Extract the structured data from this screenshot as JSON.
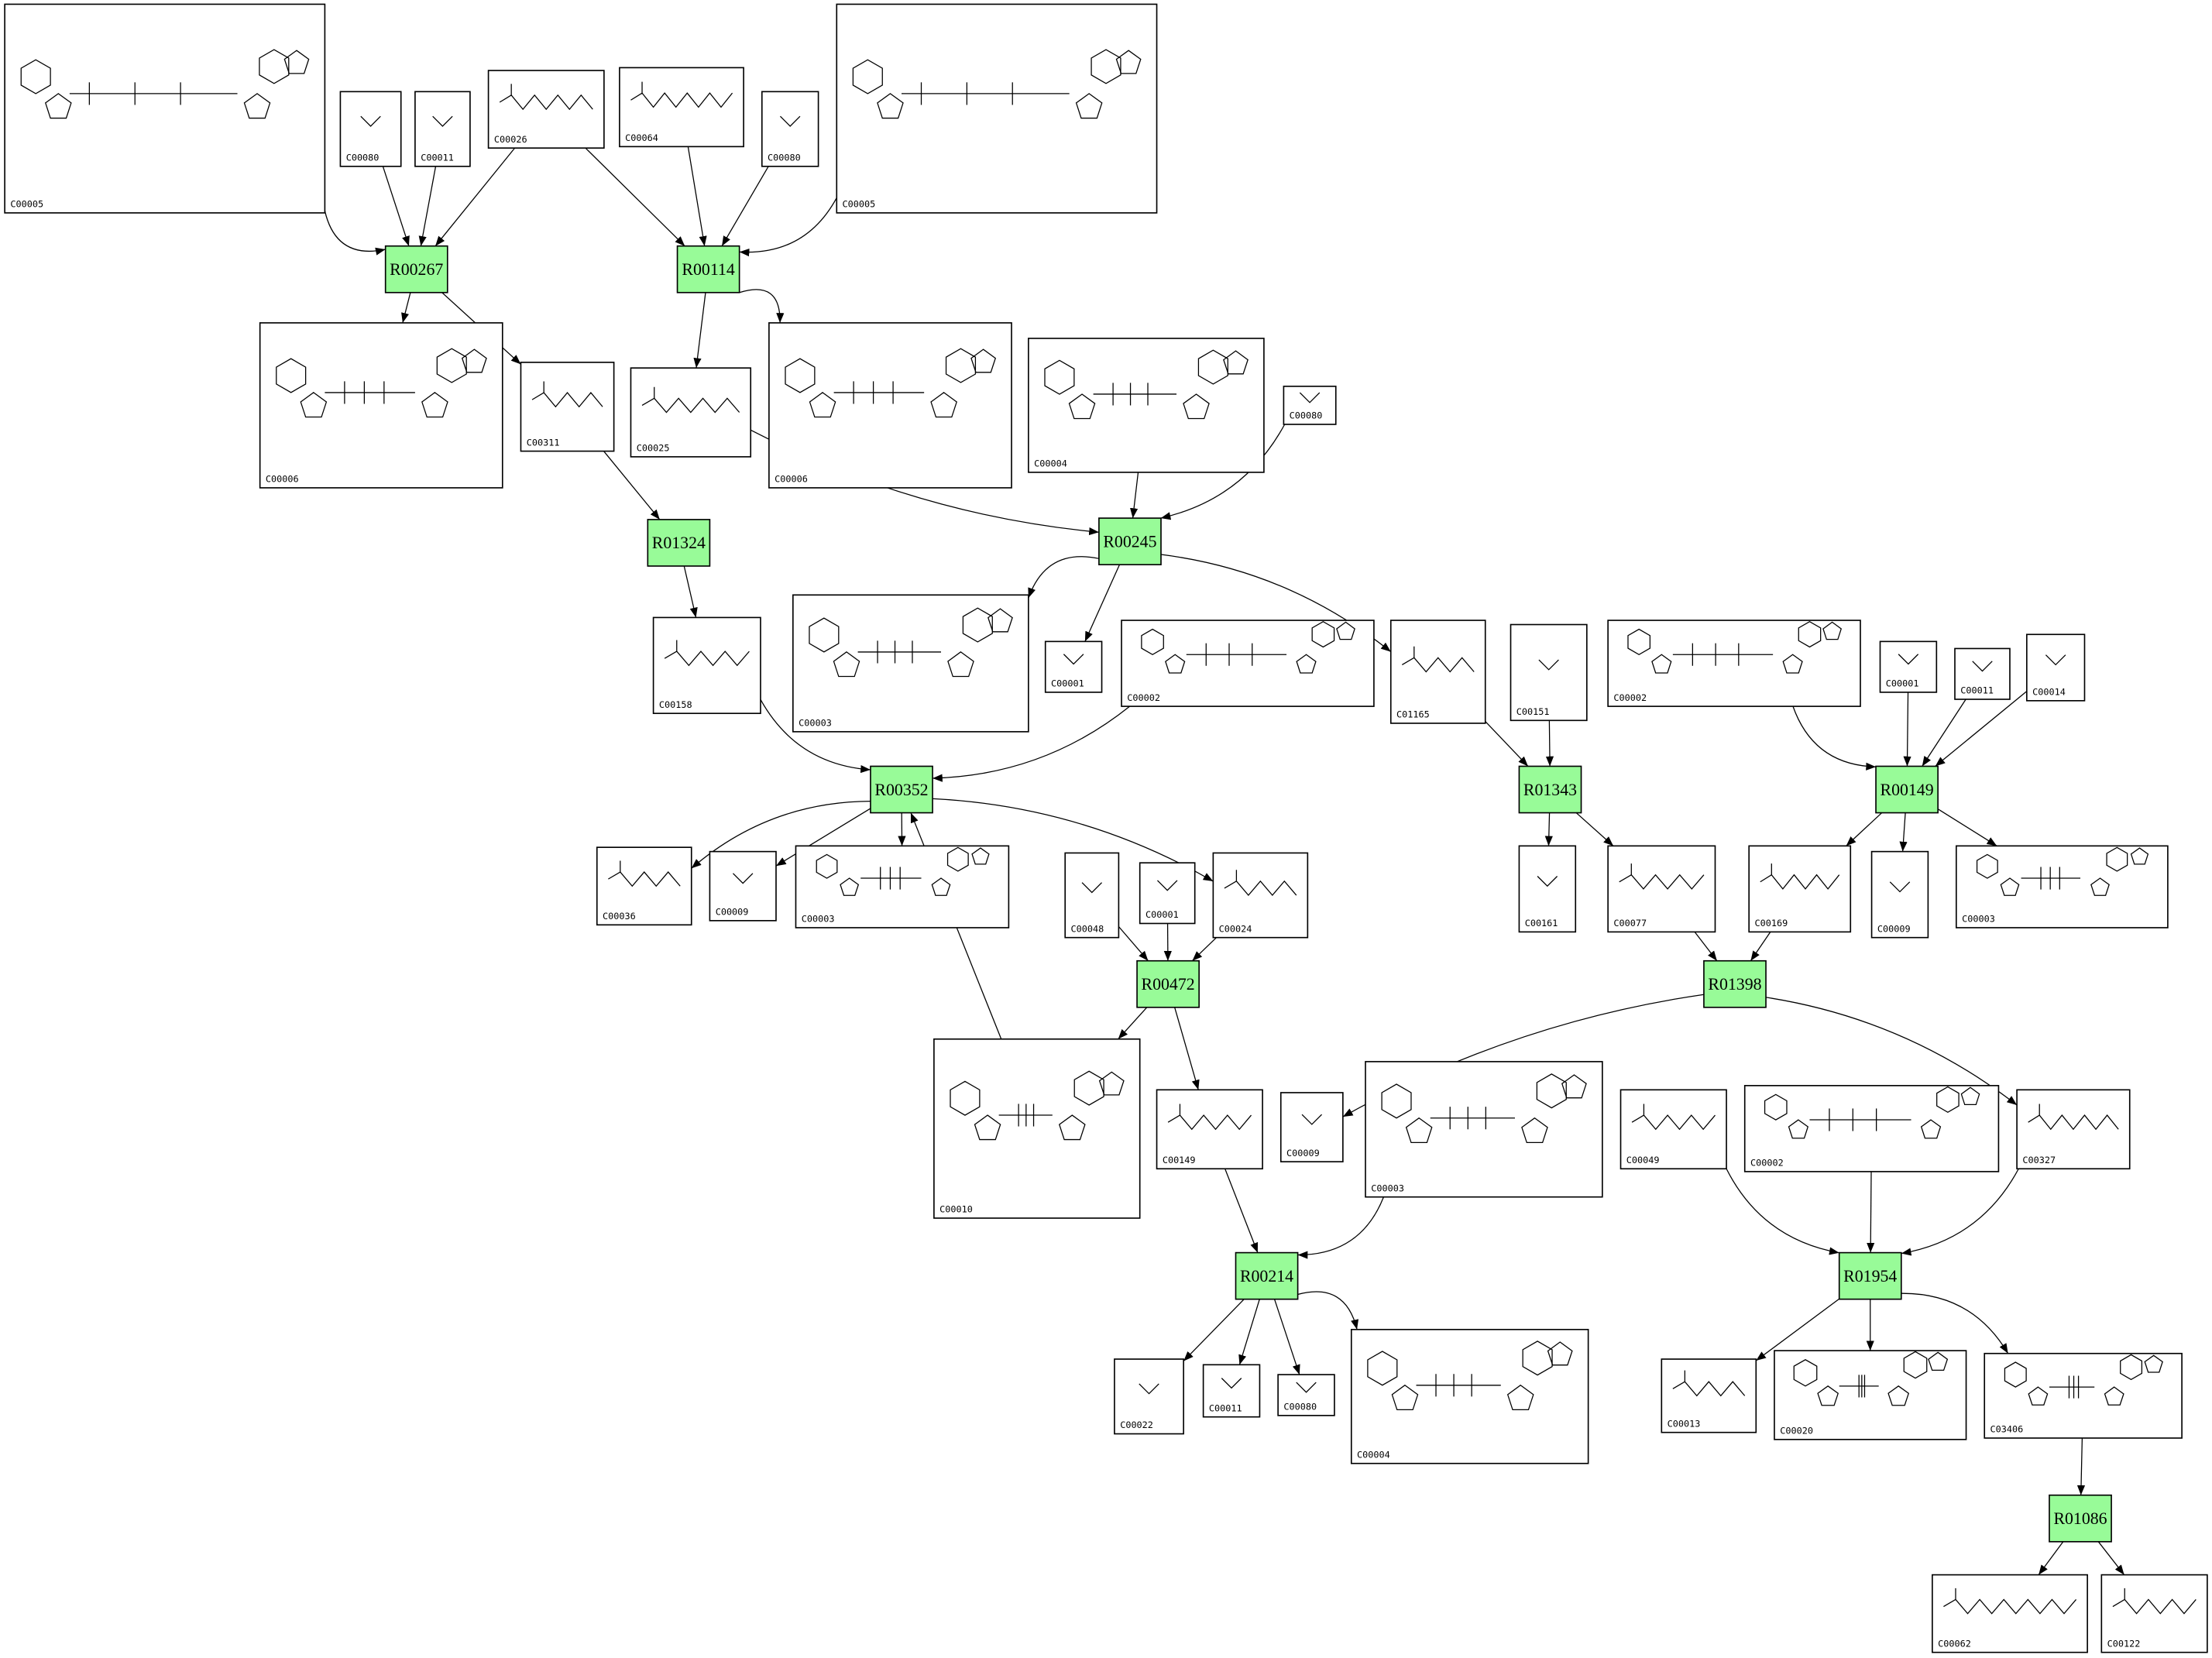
{
  "colors": {
    "reaction_fill": "#98fb98",
    "compound_fill": "#ffffff",
    "stroke": "#000000"
  },
  "compounds": [
    {
      "id": "C00005"
    },
    {
      "id": "C00080"
    },
    {
      "id": "C00011"
    },
    {
      "id": "C00026"
    },
    {
      "id": "C00064"
    },
    {
      "id": "C00080"
    },
    {
      "id": "C00005"
    },
    {
      "id": "C00006"
    },
    {
      "id": "C00311"
    },
    {
      "id": "C00025"
    },
    {
      "id": "C00006"
    },
    {
      "id": "C00004"
    },
    {
      "id": "C00080"
    },
    {
      "id": "C00158"
    },
    {
      "id": "C00003"
    },
    {
      "id": "C00001"
    },
    {
      "id": "C00002"
    },
    {
      "id": "C01165"
    },
    {
      "id": "C00151"
    },
    {
      "id": "C00002"
    },
    {
      "id": "C00001"
    },
    {
      "id": "C00011"
    },
    {
      "id": "C00014"
    },
    {
      "id": "C00036"
    },
    {
      "id": "C00009"
    },
    {
      "id": "C00003"
    },
    {
      "id": "C00048"
    },
    {
      "id": "C00001"
    },
    {
      "id": "C00024"
    },
    {
      "id": "C00161"
    },
    {
      "id": "C00077"
    },
    {
      "id": "C00169"
    },
    {
      "id": "C00009"
    },
    {
      "id": "C00003"
    },
    {
      "id": "C00010"
    },
    {
      "id": "C00149"
    },
    {
      "id": "C00009"
    },
    {
      "id": "C00003"
    },
    {
      "id": "C00049"
    },
    {
      "id": "C00002"
    },
    {
      "id": "C00327"
    },
    {
      "id": "C00022"
    },
    {
      "id": "C00011"
    },
    {
      "id": "C00080"
    },
    {
      "id": "C00004"
    },
    {
      "id": "C00013"
    },
    {
      "id": "C00020"
    },
    {
      "id": "C03406"
    },
    {
      "id": "C00062"
    },
    {
      "id": "C00122"
    }
  ],
  "reactions": [
    {
      "id": "R00267"
    },
    {
      "id": "R00114"
    },
    {
      "id": "R01324"
    },
    {
      "id": "R00245"
    },
    {
      "id": "R00352"
    },
    {
      "id": "R01343"
    },
    {
      "id": "R00149"
    },
    {
      "id": "R00472"
    },
    {
      "id": "R01398"
    },
    {
      "id": "R00214"
    },
    {
      "id": "R01954"
    },
    {
      "id": "R01086"
    }
  ],
  "edges": [
    {
      "r": 0,
      "in": [
        0,
        1,
        2,
        3
      ],
      "out": [
        7,
        8
      ]
    },
    {
      "r": 1,
      "in": [
        3,
        4,
        5,
        6
      ],
      "out": [
        9,
        10
      ]
    },
    {
      "r": 2,
      "in": [
        8
      ],
      "out": [
        13
      ]
    },
    {
      "r": 3,
      "in": [
        9,
        11,
        12
      ],
      "out": [
        14,
        15,
        17
      ]
    },
    {
      "r": 4,
      "in": [
        13,
        16,
        34
      ],
      "out": [
        23,
        24,
        25,
        28
      ]
    },
    {
      "r": 5,
      "in": [
        17,
        18
      ],
      "out": [
        29,
        30
      ]
    },
    {
      "r": 6,
      "in": [
        19,
        20,
        21,
        22
      ],
      "out": [
        31,
        32,
        33
      ]
    },
    {
      "r": 7,
      "in": [
        26,
        27,
        28
      ],
      "out": [
        34,
        35
      ]
    },
    {
      "r": 8,
      "in": [
        30,
        31
      ],
      "out": [
        36,
        40
      ]
    },
    {
      "r": 9,
      "in": [
        35,
        37
      ],
      "out": [
        41,
        42,
        43,
        44
      ]
    },
    {
      "r": 10,
      "in": [
        38,
        39,
        40
      ],
      "out": [
        45,
        46,
        47
      ]
    },
    {
      "r": 11,
      "in": [
        47
      ],
      "out": [
        48,
        49
      ]
    }
  ]
}
